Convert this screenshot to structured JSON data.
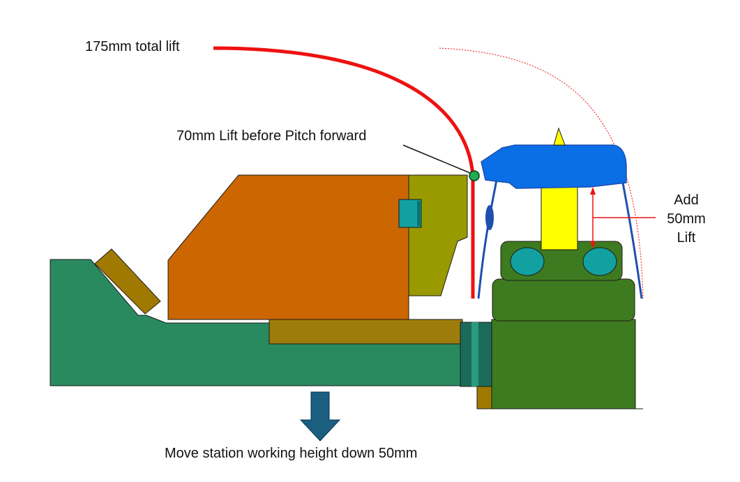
{
  "labels": {
    "total_lift": "175mm total lift",
    "lift_before_pitch": "70mm Lift before Pitch forward",
    "add_lift_lines": [
      "Add",
      "50mm",
      "Lift"
    ],
    "move_station": "Move station working height down 50mm"
  },
  "colors": {
    "lift_path": "#ee1111",
    "pivot_marker": "#1fae4f",
    "base": "#2a8a5f",
    "wedge": "#a07a00",
    "body": "#cc6600",
    "plate": "#999900",
    "teal_block": "#12a0a0",
    "slide": "#9e7c0c",
    "station": "#3e7a1f",
    "gripper": "#0a6ee6",
    "gripper_outline": "#1f4fae",
    "column": "#ffff00",
    "arrow": "#1a5e80"
  },
  "icons": {
    "down_arrow": "down-arrow-icon",
    "lift_arrow": "up-arrow-icon"
  }
}
